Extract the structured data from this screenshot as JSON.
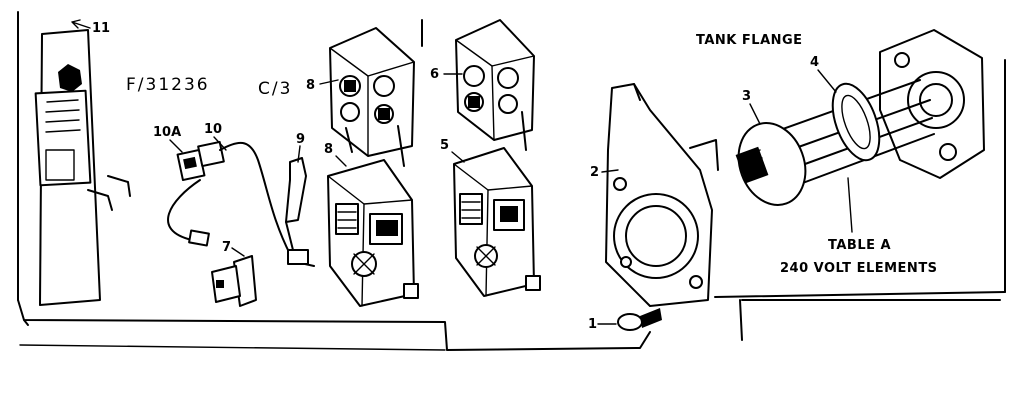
{
  "diagram": {
    "header_tank_flange": "TANK FLANGE",
    "table_label": "TABLE A",
    "elements_label": "240 VOLT ELEMENTS",
    "model_code_left": "F/31236",
    "model_code_right": "C/3",
    "callouts": {
      "c11": "11",
      "c10a": "10A",
      "c10": "10",
      "c9": "9",
      "c8_top": "8",
      "c8_bottom": "8",
      "c7": "7",
      "c6": "6",
      "c5": "5",
      "c4": "4",
      "c3": "3",
      "c2": "2",
      "c1": "1"
    }
  }
}
